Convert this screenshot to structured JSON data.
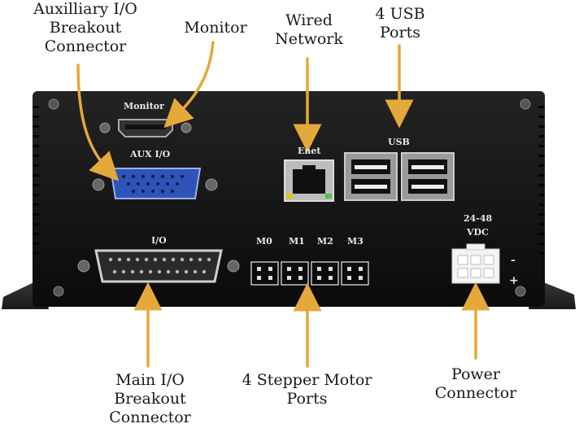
{
  "callouts": {
    "aux_io": [
      "Auxilliary I/O",
      "Breakout",
      "Connector"
    ],
    "monitor": [
      "Monitor"
    ],
    "wired_network": [
      "Wired",
      "Network"
    ],
    "usb_ports": [
      "4 USB",
      "Ports"
    ],
    "main_io": [
      "Main I/O",
      "Breakout",
      "Connector"
    ],
    "stepper": [
      "4 Stepper Motor",
      "Ports"
    ],
    "power": [
      "Power",
      "Connector"
    ]
  },
  "panel_labels": {
    "monitor": "Monitor",
    "aux_io": "AUX I/O",
    "enet": "Enet",
    "usb": "USB",
    "io": "I/O",
    "m0": "M0",
    "m1": "M1",
    "m2": "M2",
    "m3": "M3",
    "vdc_range": "24-48",
    "vdc": "VDC",
    "minus": "-",
    "plus": "+"
  },
  "colors": {
    "arrow": "#e5a83a",
    "chassis": "#111111",
    "connector_blue": "#2e54b8"
  }
}
